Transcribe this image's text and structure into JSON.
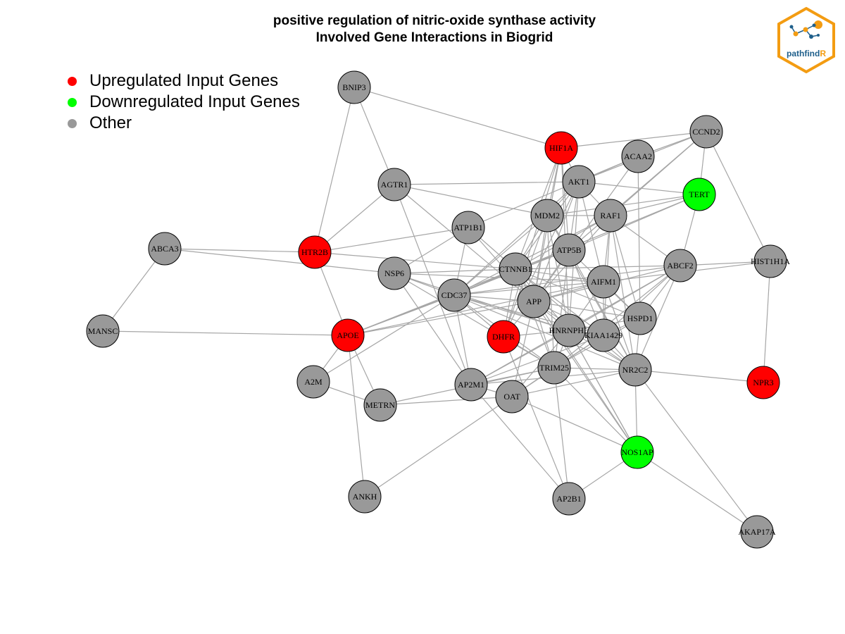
{
  "title": {
    "line1": "positive regulation of nitric-oxide synthase activity",
    "line2": "Involved Gene Interactions in Biogrid"
  },
  "legend": {
    "items": [
      {
        "label": "Upregulated Input Genes",
        "color": "#ff0000"
      },
      {
        "label": "Downregulated Input Genes",
        "color": "#00ff00"
      },
      {
        "label": "Other",
        "color": "#999999"
      }
    ]
  },
  "colors": {
    "up": "#ff0000",
    "down": "#00ff00",
    "other": "#999999",
    "edge": "#a6a6a6",
    "logo_orange": "#f39c12",
    "logo_blue": "#1f5f8b"
  },
  "logo": {
    "text_main": "pathfind",
    "text_accent": "R"
  },
  "network": {
    "nodes": [
      {
        "id": "BNIP3",
        "status": "other"
      },
      {
        "id": "HIF1A",
        "status": "up"
      },
      {
        "id": "CCND2",
        "status": "other"
      },
      {
        "id": "ACAA2",
        "status": "other"
      },
      {
        "id": "AKT1",
        "status": "other"
      },
      {
        "id": "TERT",
        "status": "down"
      },
      {
        "id": "AGTR1",
        "status": "other"
      },
      {
        "id": "MDM2",
        "status": "other"
      },
      {
        "id": "RAF1",
        "status": "other"
      },
      {
        "id": "ATP1B1",
        "status": "other"
      },
      {
        "id": "ABCA3",
        "status": "other"
      },
      {
        "id": "HTR2B",
        "status": "up"
      },
      {
        "id": "ATP5B",
        "status": "other"
      },
      {
        "id": "HIST1H1A",
        "status": "other"
      },
      {
        "id": "NSP6",
        "status": "other"
      },
      {
        "id": "CTNNB1",
        "status": "other"
      },
      {
        "id": "ABCF2",
        "status": "other"
      },
      {
        "id": "AIFM1",
        "status": "other"
      },
      {
        "id": "CDC37",
        "status": "other"
      },
      {
        "id": "APP",
        "status": "other"
      },
      {
        "id": "HSPD1",
        "status": "other"
      },
      {
        "id": "MANSC",
        "status": "other"
      },
      {
        "id": "APOE",
        "status": "up"
      },
      {
        "id": "DHFR",
        "status": "up"
      },
      {
        "id": "HNRNPHL",
        "status": "other"
      },
      {
        "id": "KIAA1429",
        "status": "other"
      },
      {
        "id": "TRIM25",
        "status": "other"
      },
      {
        "id": "NR2C2",
        "status": "other"
      },
      {
        "id": "NPR3",
        "status": "up"
      },
      {
        "id": "A2M",
        "status": "other"
      },
      {
        "id": "AP2M1",
        "status": "other"
      },
      {
        "id": "OAT",
        "status": "other"
      },
      {
        "id": "METRN",
        "status": "other"
      },
      {
        "id": "NOS1AP",
        "status": "down"
      },
      {
        "id": "ANKH",
        "status": "other"
      },
      {
        "id": "AP2B1",
        "status": "other"
      },
      {
        "id": "AKAP17A",
        "status": "other"
      }
    ],
    "edges": [
      [
        "BNIP3",
        "HIF1A"
      ],
      [
        "BNIP3",
        "HTR2B"
      ],
      [
        "BNIP3",
        "AGTR1"
      ],
      [
        "HIF1A",
        "CCND2"
      ],
      [
        "HIF1A",
        "AKT1"
      ],
      [
        "HIF1A",
        "MDM2"
      ],
      [
        "HIF1A",
        "CTNNB1"
      ],
      [
        "HIF1A",
        "APP"
      ],
      [
        "HIF1A",
        "HNRNPHL"
      ],
      [
        "HIF1A",
        "ATP5B"
      ],
      [
        "HIF1A",
        "DHFR"
      ],
      [
        "CCND2",
        "ACAA2"
      ],
      [
        "CCND2",
        "TERT"
      ],
      [
        "CCND2",
        "HIST1H1A"
      ],
      [
        "CCND2",
        "RAF1"
      ],
      [
        "CCND2",
        "AKT1"
      ],
      [
        "CCND2",
        "ATP5B"
      ],
      [
        "ACAA2",
        "AKT1"
      ],
      [
        "ACAA2",
        "HSPD1"
      ],
      [
        "ACAA2",
        "ATP1B1"
      ],
      [
        "ACAA2",
        "APP"
      ],
      [
        "AKT1",
        "TERT"
      ],
      [
        "AKT1",
        "MDM2"
      ],
      [
        "AKT1",
        "RAF1"
      ],
      [
        "AKT1",
        "CTNNB1"
      ],
      [
        "AKT1",
        "APP"
      ],
      [
        "AKT1",
        "CDC37"
      ],
      [
        "AKT1",
        "AIFM1"
      ],
      [
        "AKT1",
        "ATP5B"
      ],
      [
        "AKT1",
        "HNRNPHL"
      ],
      [
        "AKT1",
        "DHFR"
      ],
      [
        "TERT",
        "RAF1"
      ],
      [
        "TERT",
        "ABCF2"
      ],
      [
        "TERT",
        "MDM2"
      ],
      [
        "TERT",
        "ATP5B"
      ],
      [
        "TERT",
        "CDC37"
      ],
      [
        "AGTR1",
        "HTR2B"
      ],
      [
        "AGTR1",
        "MDM2"
      ],
      [
        "AGTR1",
        "AKT1"
      ],
      [
        "AGTR1",
        "AP2M1"
      ],
      [
        "AGTR1",
        "APP"
      ],
      [
        "MDM2",
        "RAF1"
      ],
      [
        "MDM2",
        "CTNNB1"
      ],
      [
        "MDM2",
        "APP"
      ],
      [
        "MDM2",
        "ATP5B"
      ],
      [
        "MDM2",
        "CDC37"
      ],
      [
        "MDM2",
        "TRIM25"
      ],
      [
        "MDM2",
        "NR2C2"
      ],
      [
        "MDM2",
        "HNRNPHL"
      ],
      [
        "MDM2",
        "DHFR"
      ],
      [
        "RAF1",
        "CTNNB1"
      ],
      [
        "RAF1",
        "HSPD1"
      ],
      [
        "RAF1",
        "ABCF2"
      ],
      [
        "RAF1",
        "APP"
      ],
      [
        "RAF1",
        "AIFM1"
      ],
      [
        "RAF1",
        "KIAA1429"
      ],
      [
        "RAF1",
        "NR2C2"
      ],
      [
        "RAF1",
        "CDC37"
      ],
      [
        "ATP1B1",
        "HTR2B"
      ],
      [
        "ATP1B1",
        "NSP6"
      ],
      [
        "ATP1B1",
        "CTNNB1"
      ],
      [
        "ATP1B1",
        "APP"
      ],
      [
        "ATP1B1",
        "CDC37"
      ],
      [
        "ABCA3",
        "HTR2B"
      ],
      [
        "ABCA3",
        "MANSC"
      ],
      [
        "ABCA3",
        "NSP6"
      ],
      [
        "HTR2B",
        "APOE"
      ],
      [
        "HTR2B",
        "CTNNB1"
      ],
      [
        "ATP5B",
        "CTNNB1"
      ],
      [
        "ATP5B",
        "APP"
      ],
      [
        "ATP5B",
        "HSPD1"
      ],
      [
        "ATP5B",
        "KIAA1429"
      ],
      [
        "ATP5B",
        "APOE"
      ],
      [
        "ATP5B",
        "TRIM25"
      ],
      [
        "ATP5B",
        "CDC37"
      ],
      [
        "ATP5B",
        "NR2C2"
      ],
      [
        "HIST1H1A",
        "ABCF2"
      ],
      [
        "HIST1H1A",
        "NPR3"
      ],
      [
        "HIST1H1A",
        "AIFM1"
      ],
      [
        "NSP6",
        "CTNNB1"
      ],
      [
        "NSP6",
        "CDC37"
      ],
      [
        "NSP6",
        "AIFM1"
      ],
      [
        "NSP6",
        "HNRNPHL"
      ],
      [
        "NSP6",
        "TRIM25"
      ],
      [
        "NSP6",
        "AP2M1"
      ],
      [
        "CTNNB1",
        "CDC37"
      ],
      [
        "CTNNB1",
        "APP"
      ],
      [
        "CTNNB1",
        "AIFM1"
      ],
      [
        "CTNNB1",
        "HNRNPHL"
      ],
      [
        "CTNNB1",
        "TRIM25"
      ],
      [
        "CTNNB1",
        "KIAA1429"
      ],
      [
        "CTNNB1",
        "NR2C2"
      ],
      [
        "CTNNB1",
        "APOE"
      ],
      [
        "CTNNB1",
        "DHFR"
      ],
      [
        "CTNNB1",
        "ABCF2"
      ],
      [
        "CTNNB1",
        "HSPD1"
      ],
      [
        "CTNNB1",
        "NOS1AP"
      ],
      [
        "ABCF2",
        "HSPD1"
      ],
      [
        "ABCF2",
        "KIAA1429"
      ],
      [
        "ABCF2",
        "HNRNPHL"
      ],
      [
        "ABCF2",
        "NR2C2"
      ],
      [
        "ABCF2",
        "CDC37"
      ],
      [
        "ABCF2",
        "TRIM25"
      ],
      [
        "ABCF2",
        "APP"
      ],
      [
        "AIFM1",
        "APP"
      ],
      [
        "AIFM1",
        "HSPD1"
      ],
      [
        "AIFM1",
        "KIAA1429"
      ],
      [
        "AIFM1",
        "NR2C2"
      ],
      [
        "AIFM1",
        "CDC37"
      ],
      [
        "AIFM1",
        "HNRNPHL"
      ],
      [
        "CDC37",
        "APP"
      ],
      [
        "CDC37",
        "APOE"
      ],
      [
        "CDC37",
        "A2M"
      ],
      [
        "CDC37",
        "HNRNPHL"
      ],
      [
        "CDC37",
        "TRIM25"
      ],
      [
        "CDC37",
        "DHFR"
      ],
      [
        "CDC37",
        "KIAA1429"
      ],
      [
        "CDC37",
        "NR2C2"
      ],
      [
        "APP",
        "HNRNPHL"
      ],
      [
        "APP",
        "KIAA1429"
      ],
      [
        "APP",
        "TRIM25"
      ],
      [
        "APP",
        "NR2C2"
      ],
      [
        "APP",
        "DHFR"
      ],
      [
        "APP",
        "APOE"
      ],
      [
        "APP",
        "HSPD1"
      ],
      [
        "APP",
        "OAT"
      ],
      [
        "APP",
        "NOS1AP"
      ],
      [
        "HSPD1",
        "KIAA1429"
      ],
      [
        "HSPD1",
        "NR2C2"
      ],
      [
        "HSPD1",
        "TRIM25"
      ],
      [
        "HSPD1",
        "HNRNPHL"
      ],
      [
        "MANSC",
        "APOE"
      ],
      [
        "APOE",
        "A2M"
      ],
      [
        "APOE",
        "METRN"
      ],
      [
        "APOE",
        "ANKH"
      ],
      [
        "APOE",
        "AIFM1"
      ],
      [
        "DHFR",
        "HNRNPHL"
      ],
      [
        "DHFR",
        "TRIM25"
      ],
      [
        "DHFR",
        "AP2B1"
      ],
      [
        "HNRNPHL",
        "KIAA1429"
      ],
      [
        "HNRNPHL",
        "TRIM25"
      ],
      [
        "HNRNPHL",
        "NR2C2"
      ],
      [
        "HNRNPHL",
        "OAT"
      ],
      [
        "HNRNPHL",
        "AP2M1"
      ],
      [
        "HNRNPHL",
        "NOS1AP"
      ],
      [
        "KIAA1429",
        "NR2C2"
      ],
      [
        "KIAA1429",
        "TRIM25"
      ],
      [
        "KIAA1429",
        "OAT"
      ],
      [
        "KIAA1429",
        "AP2M1"
      ],
      [
        "TRIM25",
        "NR2C2"
      ],
      [
        "TRIM25",
        "OAT"
      ],
      [
        "TRIM25",
        "AP2M1"
      ],
      [
        "TRIM25",
        "METRN"
      ],
      [
        "TRIM25",
        "AP2B1"
      ],
      [
        "TRIM25",
        "NOS1AP"
      ],
      [
        "NR2C2",
        "NPR3"
      ],
      [
        "NR2C2",
        "NOS1AP"
      ],
      [
        "NR2C2",
        "AKAP17A"
      ],
      [
        "NR2C2",
        "OAT"
      ],
      [
        "NR2C2",
        "AP2M1"
      ],
      [
        "A2M",
        "METRN"
      ],
      [
        "AP2M1",
        "OAT"
      ],
      [
        "AP2M1",
        "AP2B1"
      ],
      [
        "AP2M1",
        "CDC37"
      ],
      [
        "AP2M1",
        "ABCF2"
      ],
      [
        "OAT",
        "NOS1AP"
      ],
      [
        "OAT",
        "ANKH"
      ],
      [
        "OAT",
        "METRN"
      ],
      [
        "NOS1AP",
        "AP2B1"
      ],
      [
        "NOS1AP",
        "AKAP17A"
      ],
      [
        "NOS1AP",
        "HNRNPHL"
      ]
    ]
  }
}
